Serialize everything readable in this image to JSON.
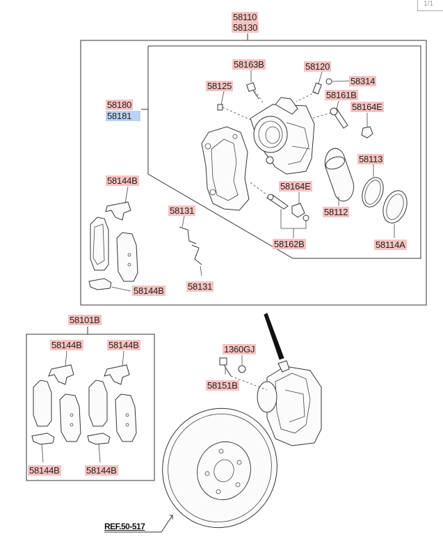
{
  "page_indicator": "1/1",
  "reference": "REF.50-517",
  "labels": {
    "l58110": "58110",
    "l58130": "58130",
    "l58163B": "58163B",
    "l58120": "58120",
    "l58314": "58314",
    "l58125": "58125",
    "l58161B": "58161B",
    "l58180": "58180",
    "l58181": "58181",
    "l58164E_a": "58164E",
    "l58113": "58113",
    "l58144B_a": "58144B",
    "l58164E_b": "58164E",
    "l58131_a": "58131",
    "l58112": "58112",
    "l58162B": "58162B",
    "l58114A": "58114A",
    "l58144B_b": "58144B",
    "l58131_b": "58131",
    "l58101B": "58101B",
    "l58144B_c": "58144B",
    "l58144B_d": "58144B",
    "l1360GJ": "1360GJ",
    "l58151B": "58151B",
    "l58144B_e": "58144B",
    "l58144B_f": "58144B"
  },
  "colors": {
    "label_bg": "#f6c3c0",
    "selected_bg": "#b9d3f2"
  }
}
